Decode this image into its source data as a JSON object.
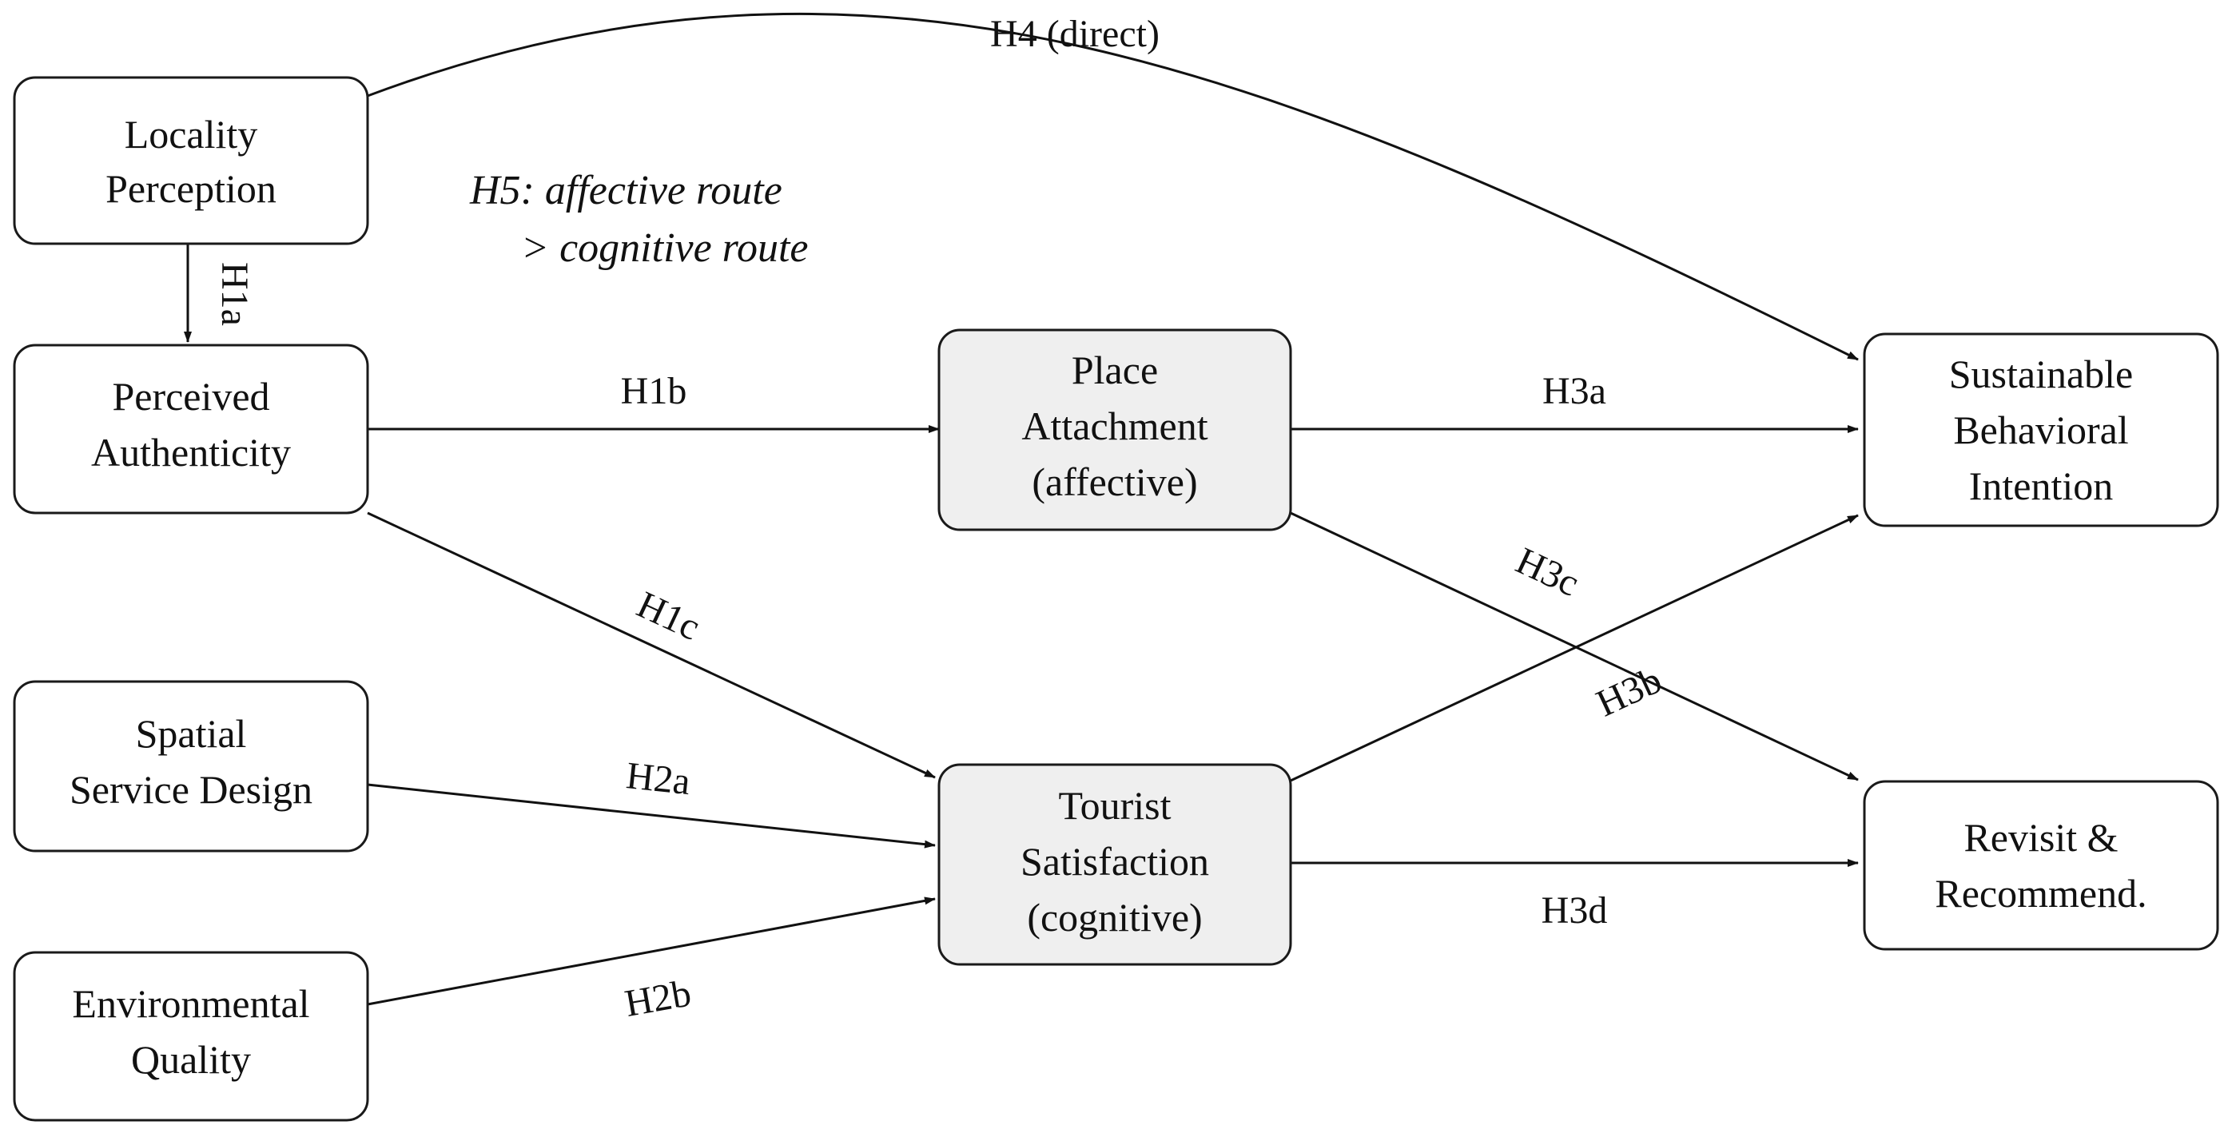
{
  "colors": {
    "independent_fill": "#ffffff",
    "mediator_fill": "#efefef",
    "stroke": "#1a1a1a"
  },
  "nodes": {
    "locality": {
      "lines": [
        "Locality",
        "Perception"
      ]
    },
    "authenticity": {
      "lines": [
        "Perceived",
        "Authenticity"
      ]
    },
    "spatial": {
      "lines": [
        "Spatial",
        "Service Design"
      ]
    },
    "environment": {
      "lines": [
        "Environmental",
        "Quality"
      ]
    },
    "attachment": {
      "lines": [
        "Place",
        "Attachment",
        "(affective)"
      ]
    },
    "satisfaction": {
      "lines": [
        "Tourist",
        "Satisfaction",
        "(cognitive)"
      ]
    },
    "sbi": {
      "lines": [
        "Sustainable",
        "Behavioral",
        "Intention"
      ]
    },
    "revisit": {
      "lines": [
        "Revisit &",
        "Recommend."
      ]
    }
  },
  "edges": {
    "h1a": {
      "label": "H1a"
    },
    "h1b": {
      "label": "H1b"
    },
    "h1c": {
      "label": "H1c"
    },
    "h2a": {
      "label": "H2a"
    },
    "h2b": {
      "label": "H2b"
    },
    "h3a": {
      "label": "H3a"
    },
    "h3b": {
      "label": "H3b"
    },
    "h3c": {
      "label": "H3c"
    },
    "h3d": {
      "label": "H3d"
    },
    "h4": {
      "label": "H4 (direct)"
    }
  },
  "note": {
    "line1": "H5: affective route",
    "line2": "> cognitive route"
  }
}
